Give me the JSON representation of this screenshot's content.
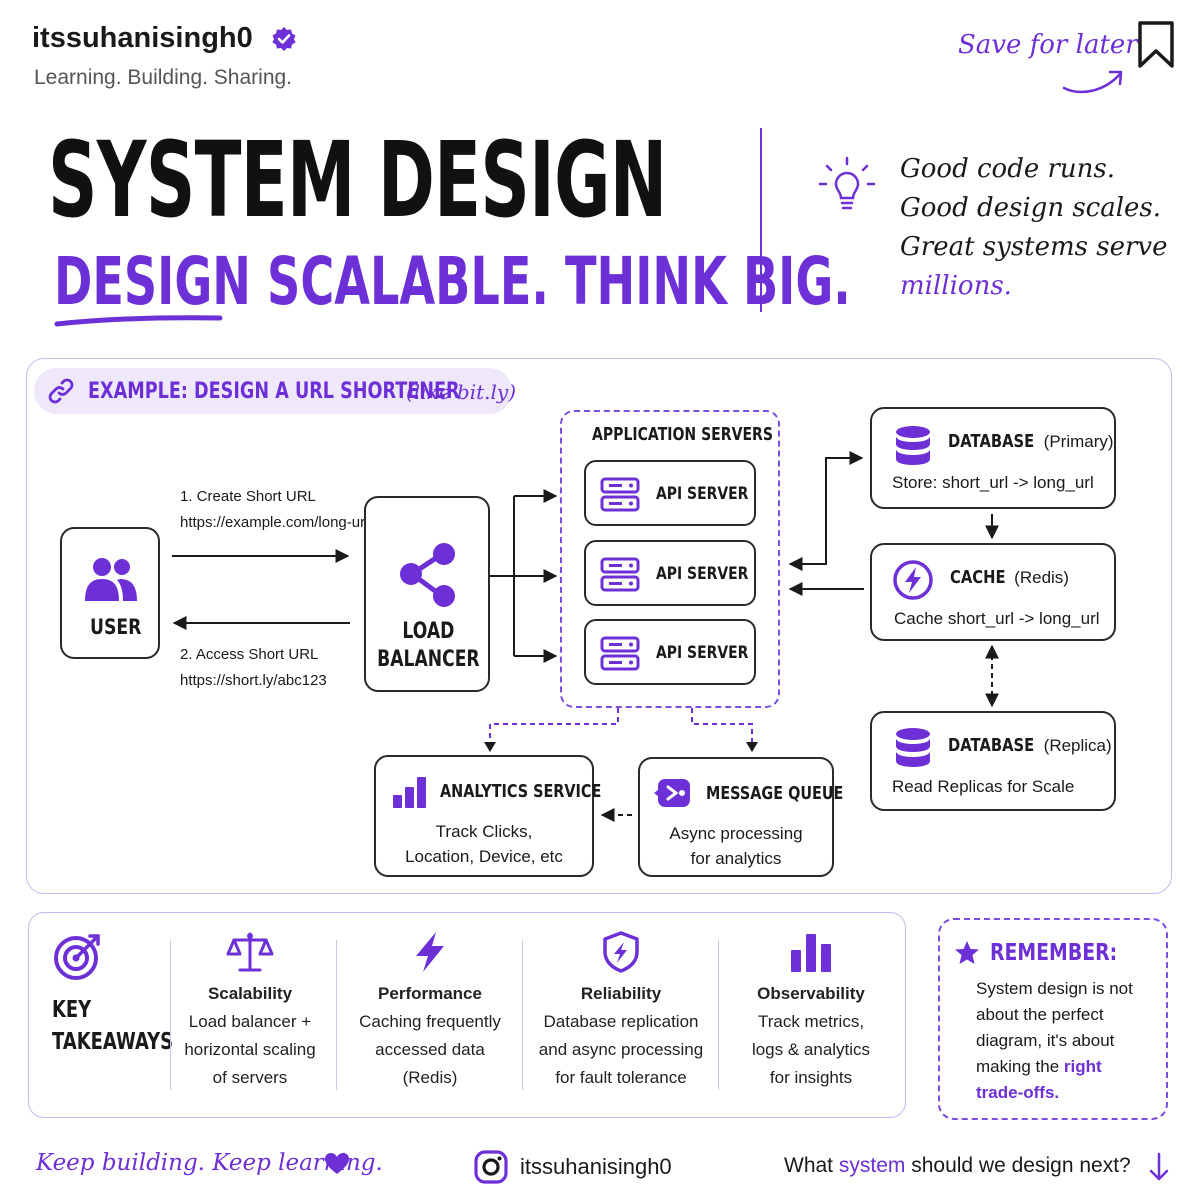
{
  "header": {
    "username": "itssuhanisingh0",
    "tagline": "Learning. Building. Sharing.",
    "save_label": "Save for later"
  },
  "title": {
    "main": "SYSTEM DESIGN",
    "sub_a": "DESIGN SCALABLE.",
    "sub_b": "THINK BIG."
  },
  "quote": {
    "line1": "Good code runs.",
    "line2": "Good design scales.",
    "line3": "Great systems serve",
    "line4": "millions."
  },
  "example": {
    "label": "EXAMPLE: DESIGN A URL SHORTENER",
    "note": "(like bit.ly)"
  },
  "diagram": {
    "user": "USER",
    "lb_line1": "LOAD",
    "lb_line2": "BALANCER",
    "arrow1_title": "1. Create Short URL",
    "arrow1_url": "https://example.com/long-url",
    "arrow2_title": "2. Access Short URL",
    "arrow2_url": "https://short.ly/abc123",
    "app_servers": "APPLICATION SERVERS",
    "api_servers": [
      "API SERVER",
      "API SERVER",
      "API SERVER"
    ],
    "db_primary": {
      "name": "DATABASE",
      "qual": "(Primary)",
      "desc": "Store: short_url -> long_url"
    },
    "cache": {
      "name": "CACHE",
      "qual": "(Redis)",
      "desc": "Cache short_url -> long_url"
    },
    "db_replica": {
      "name": "DATABASE",
      "qual": "(Replica)",
      "desc": "Read Replicas for Scale"
    },
    "analytics": {
      "name": "ANALYTICS SERVICE",
      "desc1": "Track Clicks,",
      "desc2": "Location, Device, etc"
    },
    "mq": {
      "name": "MESSAGE QUEUE",
      "desc1": "Async processing",
      "desc2": "for analytics"
    }
  },
  "takeaways": {
    "label1": "KEY",
    "label2": "TAKEAWAYS",
    "items": [
      {
        "title": "Scalability",
        "l1": "Load balancer +",
        "l2": "horizontal scaling",
        "l3": "of servers"
      },
      {
        "title": "Performance",
        "l1": "Caching frequently",
        "l2": "accessed data",
        "l3": "(Redis)"
      },
      {
        "title": "Reliability",
        "l1": "Database replication",
        "l2": "and async processing",
        "l3": "for fault tolerance"
      },
      {
        "title": "Observability",
        "l1": "Track metrics,",
        "l2": "logs & analytics",
        "l3": "for insights"
      }
    ]
  },
  "remember": {
    "title": "REMEMBER:",
    "l1": "System design is not",
    "l2": "about the perfect",
    "l3": "diagram, it's about",
    "l4": "making the",
    "l4b": "right",
    "l5": "trade-offs."
  },
  "footer": {
    "left": "Keep building. Keep learning.",
    "handle": "itssuhanisingh0",
    "q_a": "What",
    "q_b": "system",
    "q_c": "should we design next?"
  },
  "colors": {
    "accent": "#6d2fd6",
    "light": "#efe8fb",
    "text": "#1a1a1a"
  }
}
